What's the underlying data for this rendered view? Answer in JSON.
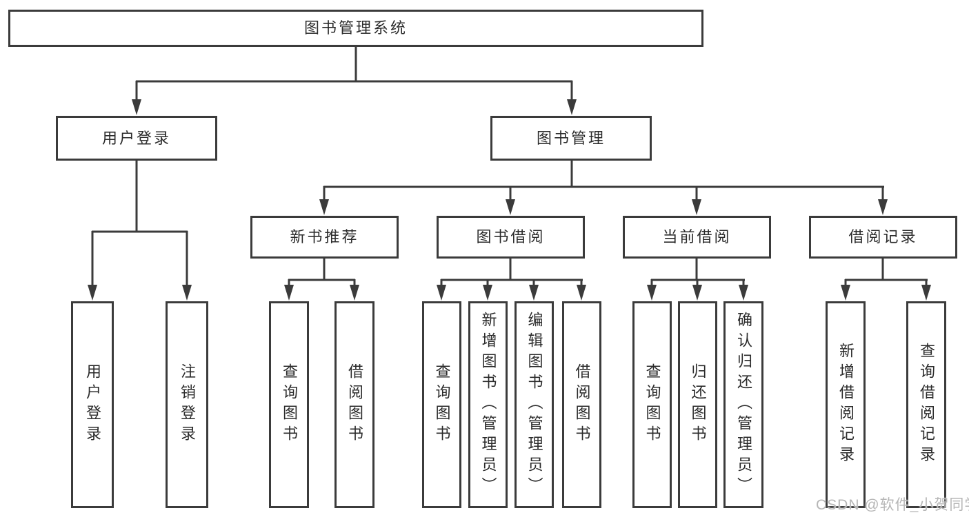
{
  "diagram": {
    "root": {
      "label": "图书管理系统"
    },
    "level2": [
      {
        "label": "用户登录"
      },
      {
        "label": "图书管理"
      }
    ],
    "level3": [
      {
        "label": "新书推荐"
      },
      {
        "label": "图书借阅"
      },
      {
        "label": "当前借阅"
      },
      {
        "label": "借阅记录"
      }
    ],
    "level4": {
      "user_login": [
        {
          "label": "用户登录"
        },
        {
          "label": "注销登录"
        }
      ],
      "new_book": [
        {
          "label": "查询图书"
        },
        {
          "label": "借阅图书"
        }
      ],
      "book_borrow": [
        {
          "label": "查询图书"
        },
        {
          "label": "新增图书（管理员）"
        },
        {
          "label": "编辑图书（管理员）"
        },
        {
          "label": "借阅图书"
        }
      ],
      "current_borrow": [
        {
          "label": "查询图书"
        },
        {
          "label": "归还图书"
        },
        {
          "label": "确认归还（管理员）"
        }
      ],
      "borrow_record": [
        {
          "label": "新增借阅记录"
        },
        {
          "label": "查询借阅记录"
        }
      ]
    },
    "watermark": "CSDN @软件_小贺同学",
    "colors": {
      "line": "#3b3b3b",
      "text": "#2b2b2b",
      "background": "#ffffff",
      "watermark": "#b6b6b6"
    }
  }
}
